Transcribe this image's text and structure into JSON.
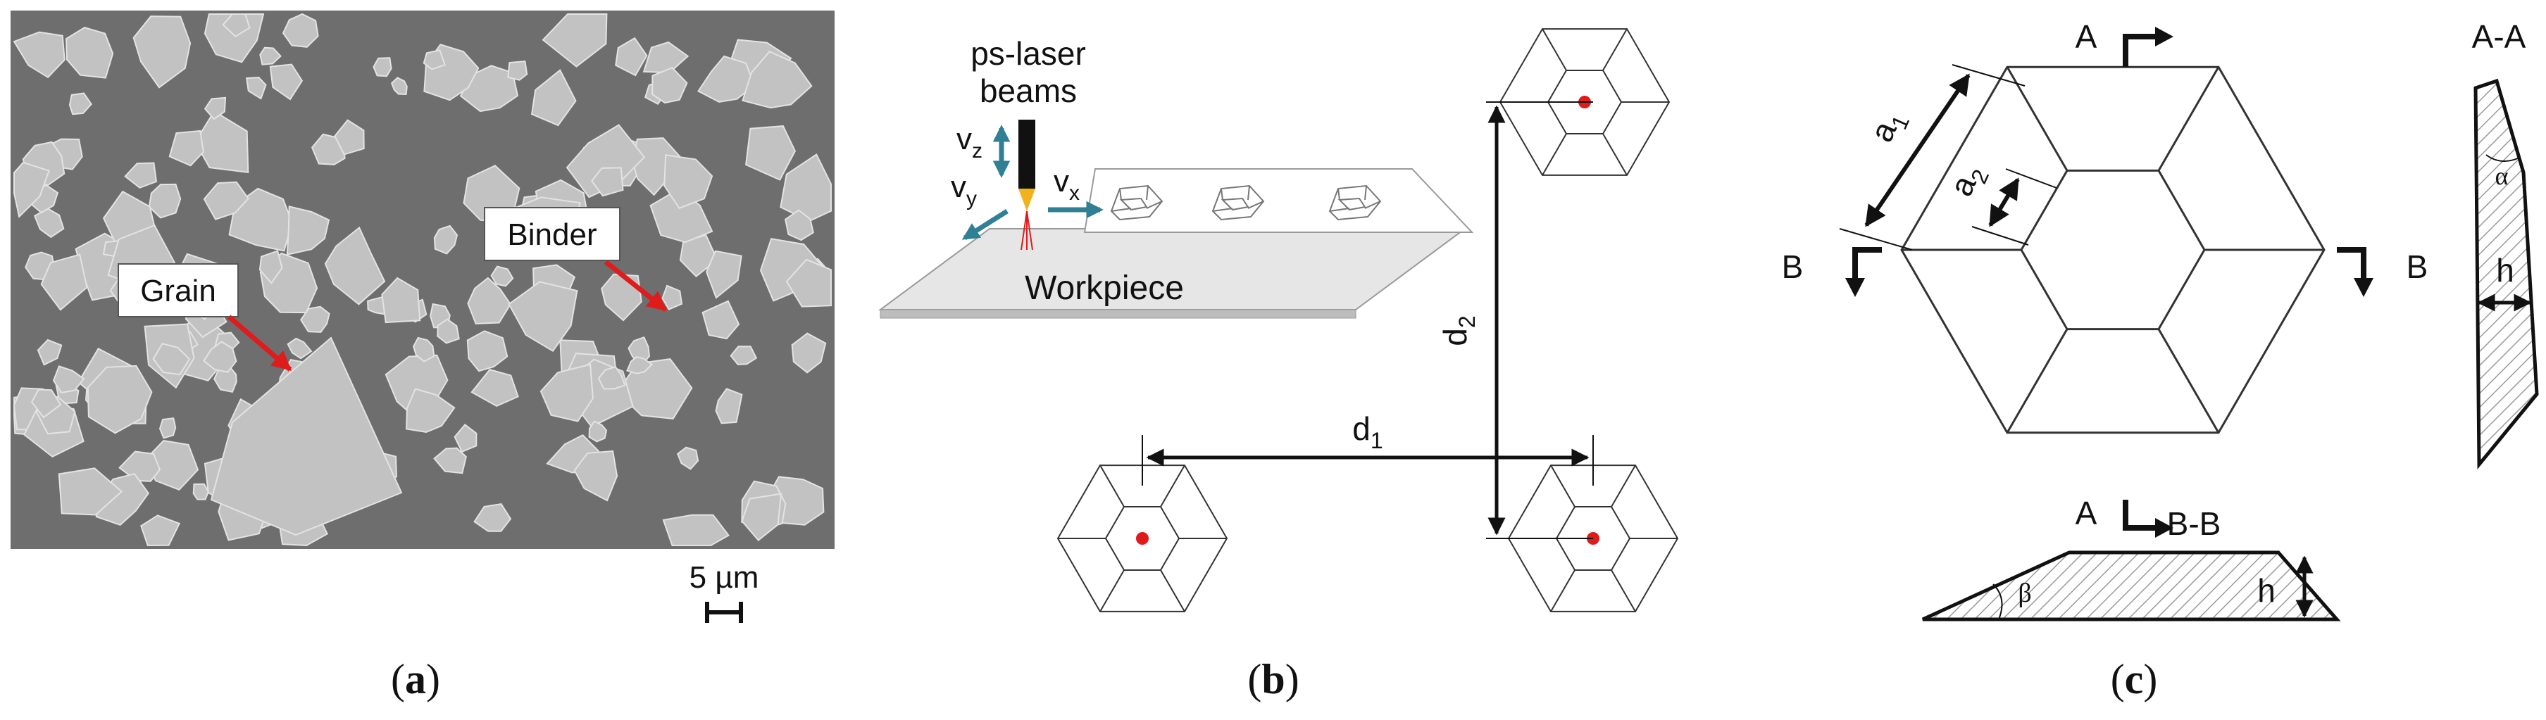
{
  "panel_a": {
    "grain_label": "Grain",
    "binder_label": "Binder",
    "scale_label": "5 µm",
    "caption": "a",
    "colors": {
      "binder_bg": "#6e6e6e",
      "grain": "#c2c2c2",
      "arrow": "#e01b1b"
    }
  },
  "panel_b": {
    "beam_label_line1": "ps-laser",
    "beam_label_line2": "beams",
    "vz": "v",
    "vz_sub": "z",
    "vy": "v",
    "vy_sub": "y",
    "vx": "v",
    "vx_sub": "x",
    "workpiece_label": "Workpiece",
    "d1": "d",
    "d1_sub": "1",
    "d2": "d",
    "d2_sub": "2",
    "caption": "b",
    "colors": {
      "velocity_arrow": "#2f7f95",
      "focus": "#e01b1b",
      "laser_tip": "#f2b21b"
    }
  },
  "panel_c": {
    "section_a": "A",
    "section_b": "B",
    "a1": "a",
    "a1_sub": "1",
    "a2": "a",
    "a2_sub": "2",
    "view_aa": "A-A",
    "view_bb": "B-B",
    "alpha": "α",
    "beta": "β",
    "h": "h",
    "caption": "c"
  }
}
